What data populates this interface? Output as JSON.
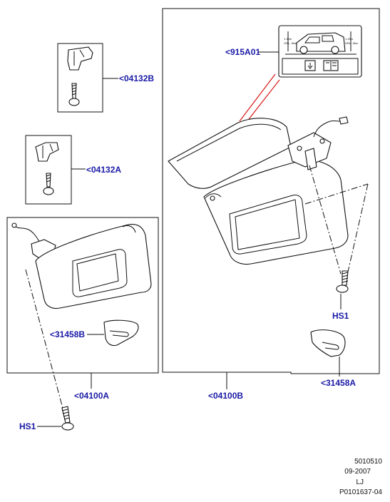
{
  "callouts": {
    "c04132B": "<04132B",
    "c04132A": "<04132A",
    "c915A01": "<915A01",
    "c31458B": "<31458B",
    "c31458A": "<31458A",
    "c04100A": "<04100A",
    "c04100B": "<04100B",
    "hs1_left": "HS1",
    "hs1_right": "HS1"
  },
  "label_plate": {
    "left_text_1": "1.33m",
    "left_text_2": "GRL. 4lbs.",
    "right_text_1": "1.33m",
    "right_text_2": "GRL. 4lbs."
  },
  "meta": {
    "line1": "5010510",
    "line2": "09-2007",
    "line3": "LJ",
    "line4": "P0101637-04"
  },
  "colors": {
    "callout": "#1a1aa6",
    "highlight": "#d81515",
    "line": "#111111"
  }
}
